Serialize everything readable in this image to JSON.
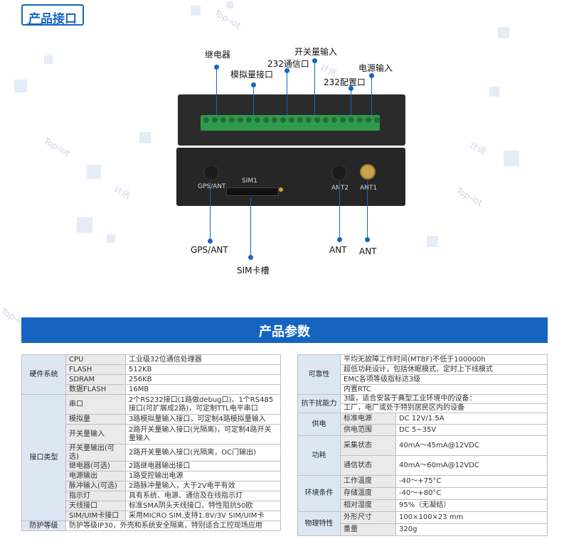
{
  "section_title": "产品接口",
  "callouts": {
    "relay": "继电器",
    "analog": "模拟量接口",
    "rs232_comm": "232通信口",
    "switch_in": "开关量输入",
    "power_in": "电源输入",
    "rs232_config": "232配置口",
    "gps_ant": "GPS/ANT",
    "sim_slot": "SIM卡槽",
    "ant_a": "ANT",
    "ant_b": "ANT"
  },
  "device_labels": {
    "gps_ant": "GPS/ANT",
    "sim1": "SIM1",
    "ant2": "ANT2",
    "ant1": "ANT1"
  },
  "watermark": {
    "cn": "计讯",
    "en": "Top-iot"
  },
  "params_title": "产品参数",
  "left_table": [
    {
      "cat": "硬件系统",
      "rows": [
        [
          "CPU",
          "工业级32位通信处理器"
        ],
        [
          "FLASH",
          "512KB"
        ],
        [
          "SDRAM",
          "256KB"
        ],
        [
          "数据FLASH",
          "16MB"
        ]
      ]
    },
    {
      "cat": "接口类型",
      "rows": [
        [
          "串口",
          "2个RS232接口(1路做debug口)、1个RS485接口(可扩展成2路)，可定制TTL电平串口"
        ],
        [
          "模拟量",
          "3路模拟量输入接口，可定制4路模拟量输入"
        ],
        [
          "开关量输入",
          "2路开关量输入接口(光隔离)，可定制4路开关量输入"
        ],
        [
          "开关量输出(可选)",
          "2路开关量输入接口(光隔离，OC门输出)"
        ],
        [
          "继电器(可选)",
          "2路继电器输出接口"
        ],
        [
          "电源输出",
          "1路受控输出电源"
        ],
        [
          "脉冲输入(可选)",
          "2路脉冲量输入，大于2V电平有效"
        ],
        [
          "指示灯",
          "具有系统、电源、通信及在线指示灯"
        ],
        [
          "天线接口",
          "标准SMA阴头天线接口，特性阻抗50欧"
        ],
        [
          "SIM/UIM卡接口",
          "采用MICRO SIM,支持1.8V/3V SIM/UIM卡"
        ]
      ]
    },
    {
      "cat": "防护等级",
      "value": "防护等级IP30，外壳和系统安全隔离，特别适合工控现场应用"
    }
  ],
  "right_table": [
    {
      "cat": "可靠性",
      "lines": [
        "平均无故障工作时间(MTBF)不低于100000h",
        "超低功耗设计，包括休眠模式、定时上下线模式",
        "EMC各项等级指标达3级",
        "内置RTC"
      ]
    },
    {
      "cat": "抗干扰能力",
      "lines": [
        "3级，适合安装于典型工业环境中的设备：",
        "工厂，电厂或处于特别居民区内的设备"
      ]
    },
    {
      "cat": "供电",
      "rows": [
        [
          "标准电源",
          "DC 12V/1.5A"
        ],
        [
          "供电范围",
          "DC 5~35V"
        ]
      ]
    },
    {
      "cat": "功耗",
      "rows": [
        [
          "采集状态",
          "40mA～45mA@12VDC"
        ],
        [
          "通信状态",
          "40mA～60mA@12VDC"
        ]
      ]
    },
    {
      "cat": "环境条件",
      "rows": [
        [
          "工作温度",
          "-40～+75°C"
        ],
        [
          "存储温度",
          "-40～+80°C"
        ],
        [
          "相对湿度",
          "95%（无凝结）"
        ]
      ]
    },
    {
      "cat": "物理特性",
      "rows": [
        [
          "外形尺寸",
          "100×100×23 mm"
        ],
        [
          "重量",
          "320g"
        ]
      ]
    }
  ],
  "colors": {
    "accent": "#1565c0",
    "terminal": "#2e9a4c",
    "device": "#262626"
  }
}
